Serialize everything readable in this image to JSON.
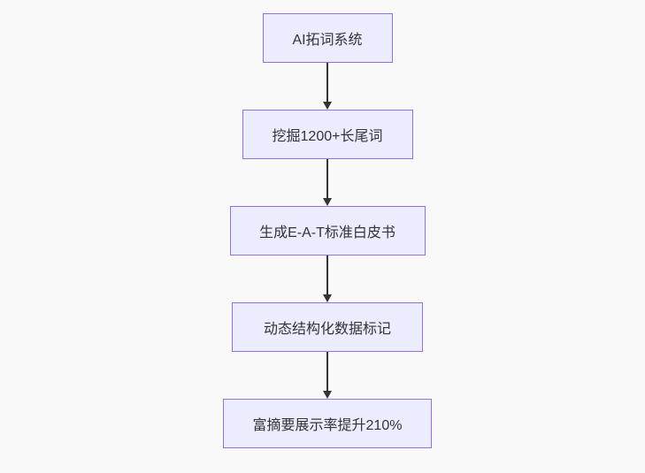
{
  "diagram": {
    "type": "flowchart",
    "direction": "top-down",
    "nodes": [
      {
        "id": "n1",
        "label": "AI拓词系统"
      },
      {
        "id": "n2",
        "label": "挖掘1200+长尾词"
      },
      {
        "id": "n3",
        "label": "生成E-A-T标准白皮书"
      },
      {
        "id": "n4",
        "label": "动态结构化数据标记"
      },
      {
        "id": "n5",
        "label": "富摘要展示率提升210%"
      }
    ],
    "edges": [
      {
        "from": "n1",
        "to": "n2"
      },
      {
        "from": "n2",
        "to": "n3"
      },
      {
        "from": "n3",
        "to": "n4"
      },
      {
        "from": "n4",
        "to": "n5"
      }
    ],
    "colors": {
      "background": "#f9f9f9",
      "node_fill": "#ececff",
      "node_border": "#9370db",
      "arrow": "#333333",
      "text": "#333333"
    }
  }
}
